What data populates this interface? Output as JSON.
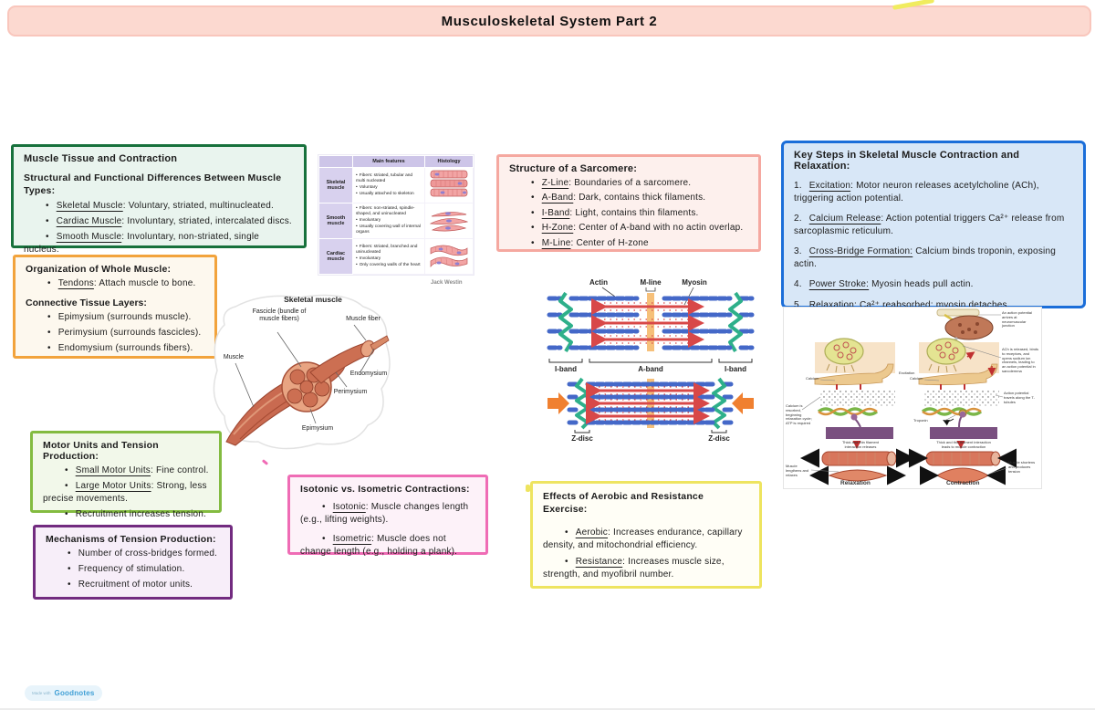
{
  "title_bar": {
    "title": "Musculoskeletal System Part 2"
  },
  "footer": {
    "made_with": "Made with",
    "brand": "Goodnotes"
  },
  "colors": {
    "banner_bg": "#fcd9d0",
    "green_dark": "#17713c",
    "orange": "#f2a33c",
    "salmon": "#f5a8a0",
    "blue": "#1b6ed9",
    "green_light": "#83bb40",
    "purple": "#722b80",
    "pink": "#ef6cb5",
    "yellow": "#eee45f",
    "table_lavender": "#cdc5e8",
    "highlighter_yellow": "#f0ec5f"
  },
  "muscle_tissue_box": {
    "title": "Muscle Tissue and Contraction",
    "subtitle": "Structural and Functional Differences Between Muscle Types:",
    "bullets": [
      {
        "term": "Skeletal Muscle",
        "desc": ": Voluntary, striated, multinucleated."
      },
      {
        "term": "Cardiac Muscle",
        "desc": ": Involuntary, striated, intercalated discs."
      },
      {
        "term": "Smooth Muscle",
        "desc": ": Involuntary, non-striated, single nucleus."
      }
    ]
  },
  "organization_box": {
    "title": "Organization of Whole Muscle:",
    "bullets": [
      {
        "term": "Tendons",
        "desc": ": Attach muscle to bone."
      }
    ],
    "subtitle": "Connective Tissue Layers:",
    "layers": [
      "Epimysium (surrounds muscle).",
      "Perimysium (surrounds fascicles).",
      "Endomysium (surrounds fibers)."
    ]
  },
  "muscle_table": {
    "headers": {
      "features": "Main features",
      "histology": "Histology"
    },
    "rows": [
      {
        "type": "Skeletal muscle",
        "features": [
          "Fibers: striated, tubular and multi nucleated",
          "Voluntary",
          "Usually attached to skeleton"
        ]
      },
      {
        "type": "Smooth muscle",
        "features": [
          "Fibers: non-striated, spindle-shaped, and uninucleated",
          "Involuntary",
          "Usually covering wall of internal organs"
        ]
      },
      {
        "type": "Cardiac muscle",
        "features": [
          "Fibers: striated, branched and uninucleated",
          "Involuntary",
          "Only covering walls of the heart"
        ]
      }
    ],
    "credit": "Jack Westin"
  },
  "anatomy_diagram": {
    "title": "Skeletal muscle",
    "labels": {
      "fascicle": "Fascicle (bundle of muscle fibers)",
      "muscle_fiber": "Muscle fiber",
      "muscle": "Muscle",
      "endomysium": "Endomysium",
      "perimysium": "Perimysium",
      "epimysium": "Epimysium"
    }
  },
  "sarcomere_box": {
    "title": "Structure of a Sarcomere:",
    "bullets": [
      {
        "term": "Z-Line",
        "desc": ": Boundaries of a sarcomere."
      },
      {
        "term": "A-Band",
        "desc": ": Dark, contains thick filaments."
      },
      {
        "term": "I-Band",
        "desc": ": Light, contains thin filaments."
      },
      {
        "term": "H-Zone",
        "desc": ": Center of A-band with no actin overlap."
      },
      {
        "term": "M-Line",
        "desc": ": Center of H-zone"
      }
    ]
  },
  "key_steps_box": {
    "title": "Key Steps in Skeletal Muscle Contraction and Relaxation:",
    "steps": [
      {
        "num": "1.",
        "term": "Excitation",
        "desc": ": Motor neuron releases acetylcholine (ACh), triggering action potential."
      },
      {
        "num": "2.",
        "term": "Calcium Release",
        "desc": ": Action potential triggers Ca²⁺ release from sarcoplasmic reticulum."
      },
      {
        "num": "3.",
        "term": "Cross-Bridge Formation:",
        "desc": " Calcium binds troponin, exposing actin."
      },
      {
        "num": "4.",
        "term": "Power Stroke:",
        "desc": " Myosin heads pull actin."
      },
      {
        "num": "5.",
        "term": "Relaxation",
        "desc": ": Ca²⁺ reabsorbed; myosin detaches."
      }
    ]
  },
  "sarcomere_diagram": {
    "labels": {
      "actin": "Actin",
      "m_line": "M-line",
      "myosin": "Myosin",
      "i_band_left": "I-band",
      "a_band": "A-band",
      "i_band_right": "I-band",
      "z_disc_left": "Z-disc",
      "z_disc_right": "Z-disc"
    }
  },
  "physiology_diagram": {
    "annotations": {
      "ap_arrives": "An action potential arrives at neuromuscular junction",
      "ach_released": "ACh is released, binds to receptors, and opens sodium ion channels, leading to an action potential in sarcolemma",
      "ap_travels": "Action potential travels along the T-tubules",
      "excitation": "Excitation",
      "calcium_left": "Calcium",
      "calcium_right": "Calcium",
      "calcium_resorbed": "Calcium is resorbed, beginning relaxation cycle; ATP is required",
      "troponin": "Troponin",
      "filament_release": "Thick and thin filament interaction releases",
      "filament_contract": "Thick and thin filament interaction leads to muscle contraction",
      "muscle_lengthens": "Muscle lengthens and relaxes",
      "muscle_shortens": "Muscle shortens and produces tension",
      "caption_left": "Relaxation",
      "caption_right": "Contraction"
    }
  },
  "motor_units_box": {
    "title": "Motor Units and Tension Production:",
    "bullets": [
      {
        "term": "Small Motor Units",
        "desc": ": Fine control."
      },
      {
        "term": "Large Motor Units",
        "desc": ": Strong, less precise movements."
      },
      {
        "term": "",
        "desc": "Recruitment increases tension."
      }
    ]
  },
  "tension_box": {
    "title": "Mechanisms of Tension Production:",
    "bullets": [
      "Number of cross-bridges formed.",
      "Frequency of stimulation.",
      "Recruitment of motor units."
    ]
  },
  "isotonic_box": {
    "title": "Isotonic vs. Isometric Contractions:",
    "bullets": [
      {
        "term": "Isotonic",
        "desc": ": Muscle changes length (e.g., lifting weights)."
      },
      {
        "term": "Isometric",
        "desc": ": Muscle does not change length (e.g., holding a plank)."
      }
    ]
  },
  "exercise_box": {
    "title": "Effects of Aerobic and Resistance Exercise:",
    "bullets": [
      {
        "term": "Aerobic",
        "desc": ": Increases endurance, capillary density, and mitochondrial efficiency."
      },
      {
        "term": "Resistance",
        "desc": ": Increases muscle size, strength, and myofibril number."
      }
    ]
  }
}
